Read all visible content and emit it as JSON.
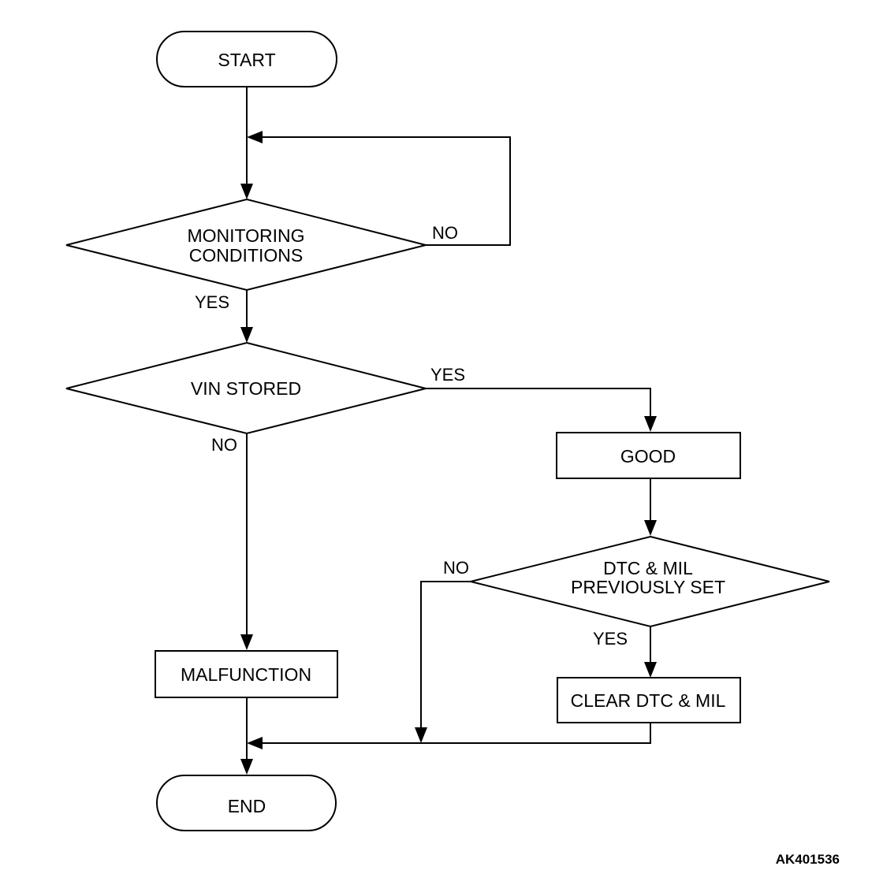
{
  "nodes": {
    "start": "START",
    "monitoring_line1": "MONITORING",
    "monitoring_line2": "CONDITIONS",
    "vin_stored": "VIN STORED",
    "good": "GOOD",
    "dtc_line1": "DTC & MIL",
    "dtc_line2": "PREVIOUSLY SET",
    "malfunction": "MALFUNCTION",
    "clear": "CLEAR DTC & MIL",
    "end": "END"
  },
  "edges": {
    "monitoring_no": "NO",
    "monitoring_yes": "YES",
    "vin_yes": "YES",
    "vin_no": "NO",
    "dtc_no": "NO",
    "dtc_yes": "YES"
  },
  "figure_id": "AK401536"
}
